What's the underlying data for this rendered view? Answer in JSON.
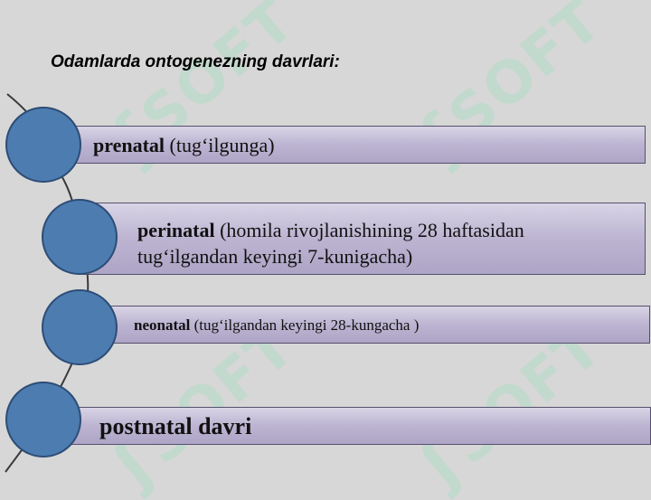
{
  "title": "Odamlarda ontogenezning davrlari:",
  "watermark": "SOFT",
  "colors": {
    "background": "#d7d7d7",
    "band_light": "#d9d4e6",
    "band_dark": "#aea5c6",
    "circle_fill": "#4d7cb0",
    "connector": "#3a3a3a"
  },
  "stages": [
    {
      "term": "prenatal",
      "desc": " (tug‘ilgunga)"
    },
    {
      "term": "perinatal",
      "desc": " (homila rivojlanishining 28 haftasidan",
      "desc2": "tug‘ilgandan keyingi 7-kunigacha)"
    },
    {
      "term": "neonatal",
      "desc": " (tug‘ilgandan keyingi 28-kungacha )"
    },
    {
      "term": "postnatal davri",
      "desc": ""
    }
  ]
}
